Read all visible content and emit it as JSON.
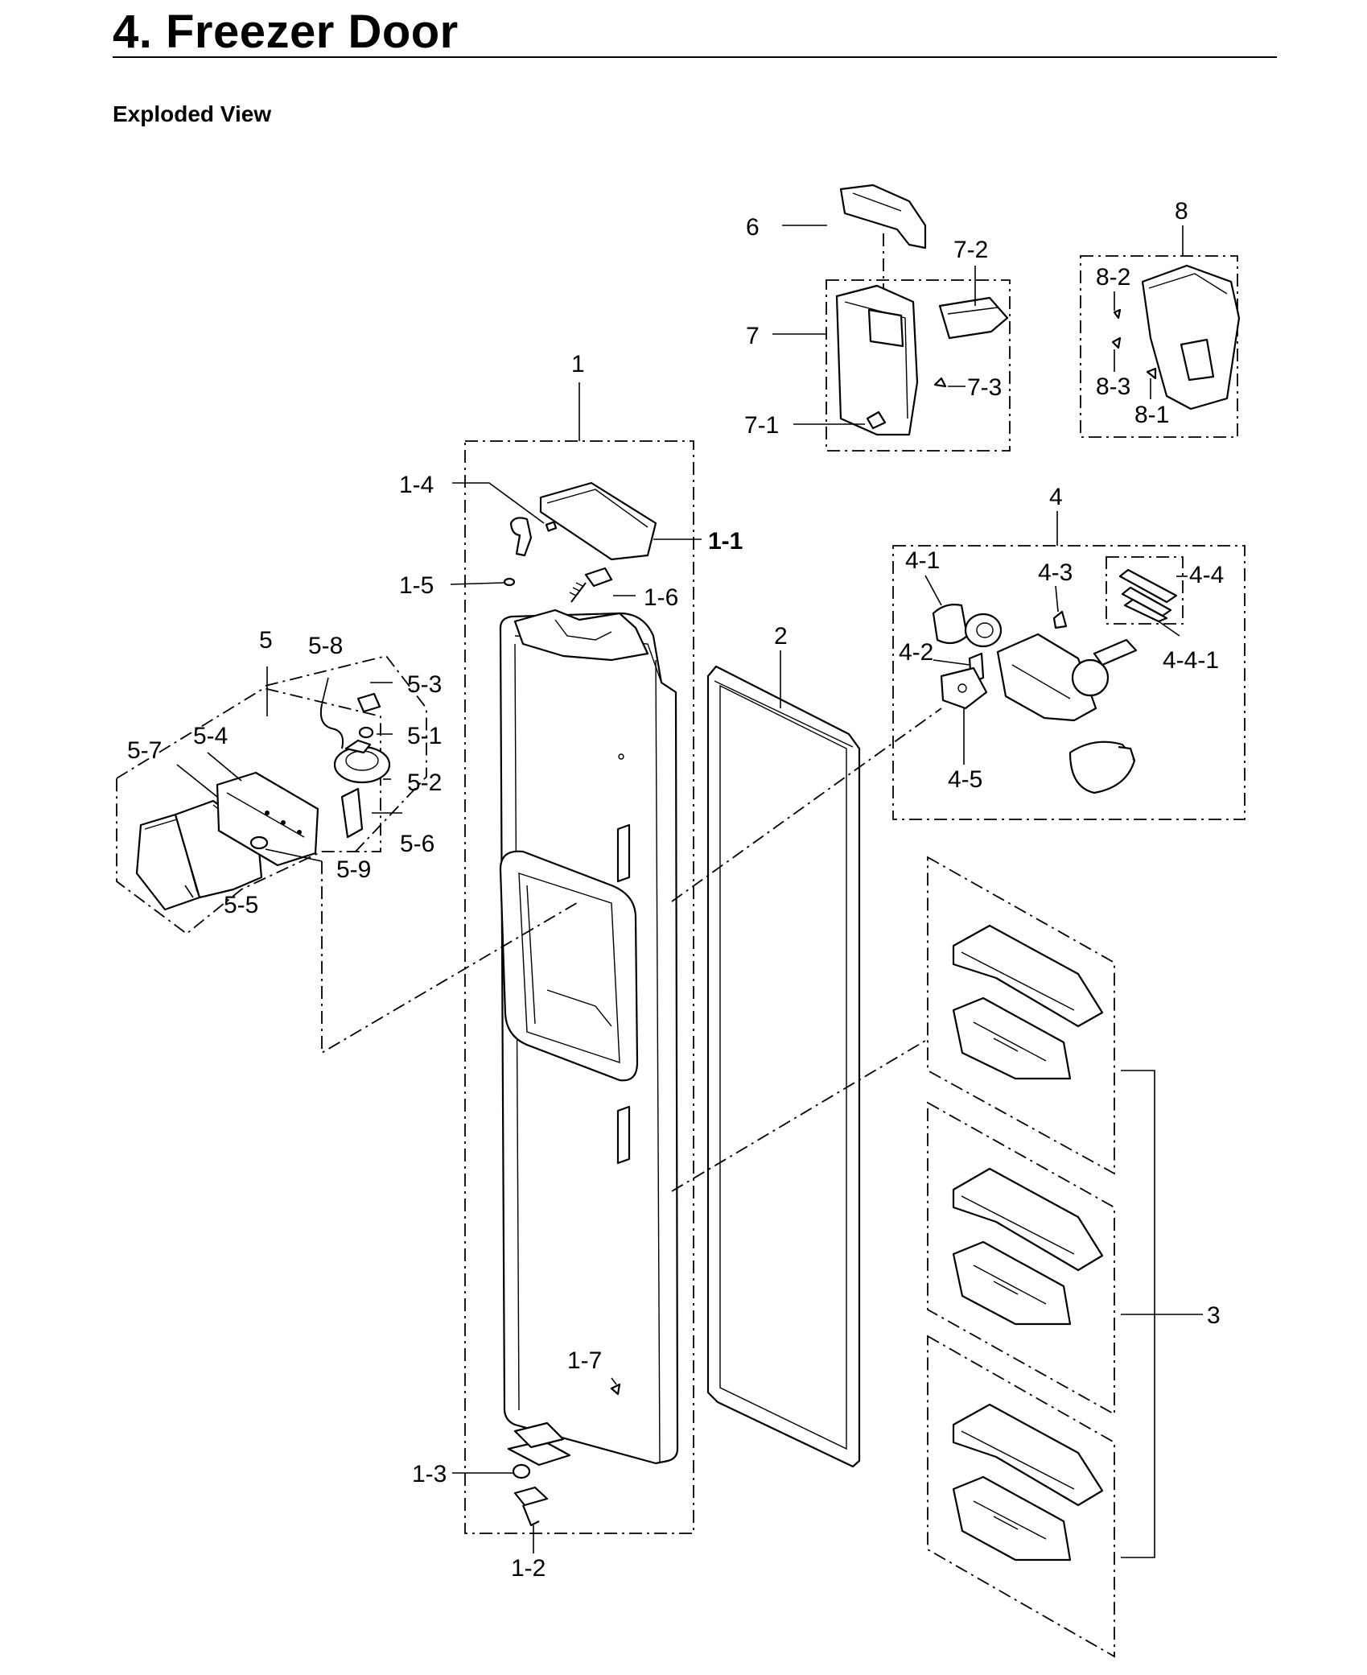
{
  "page": {
    "title": "4.  Freezer Door",
    "section_heading": "Exploded View"
  },
  "callouts": {
    "c1": "1",
    "c1_1": "1-1",
    "c1_2": "1-2",
    "c1_3": "1-3",
    "c1_4": "1-4",
    "c1_5": "1-5",
    "c1_6": "1-6",
    "c1_7": "1-7",
    "c2": "2",
    "c3": "3",
    "c4": "4",
    "c4_1": "4-1",
    "c4_2": "4-2",
    "c4_3": "4-3",
    "c4_4": "4-4",
    "c4_4_1": "4-4-1",
    "c4_5": "4-5",
    "c5": "5",
    "c5_1": "5-1",
    "c5_2": "5-2",
    "c5_3": "5-3",
    "c5_4": "5-4",
    "c5_5": "5-5",
    "c5_6": "5-6",
    "c5_7": "5-7",
    "c5_8": "5-8",
    "c5_9": "5-9",
    "c6": "6",
    "c7": "7",
    "c7_1": "7-1",
    "c7_2": "7-2",
    "c7_3": "7-3",
    "c8": "8",
    "c8_1": "8-1",
    "c8_2": "8-2",
    "c8_3": "8-3"
  }
}
